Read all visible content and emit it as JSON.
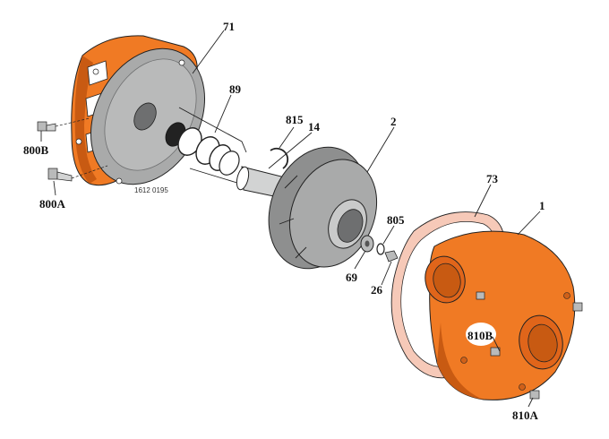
{
  "colors": {
    "casing_orange": "#f07a24",
    "casing_orange_dark": "#c85a12",
    "metal_grey": "#a9aaaa",
    "metal_grey_dark": "#6e6f70",
    "gasket": "#f6c9b8",
    "outline": "#222222",
    "background": "#ffffff"
  },
  "drawing": {
    "reference_code": "1612 0195"
  },
  "callouts": [
    {
      "id": "71",
      "label": "71"
    },
    {
      "id": "89",
      "label": "89"
    },
    {
      "id": "815",
      "label": "815"
    },
    {
      "id": "14",
      "label": "14"
    },
    {
      "id": "2",
      "label": "2"
    },
    {
      "id": "73",
      "label": "73"
    },
    {
      "id": "1",
      "label": "1"
    },
    {
      "id": "805",
      "label": "805"
    },
    {
      "id": "69",
      "label": "69"
    },
    {
      "id": "26",
      "label": "26"
    },
    {
      "id": "800B",
      "label": "800B"
    },
    {
      "id": "800A",
      "label": "800A"
    },
    {
      "id": "810B",
      "label": "810B"
    },
    {
      "id": "810A",
      "label": "810A"
    }
  ]
}
